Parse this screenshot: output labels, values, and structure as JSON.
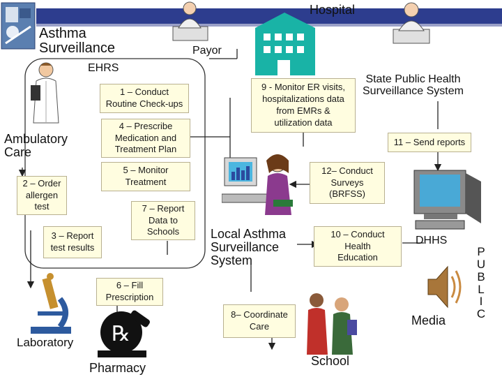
{
  "title": "Asthma\nSurveillance",
  "nodes": {
    "hospital": "Hospital",
    "payor": "Payor",
    "ehrs": "EHRS",
    "ambulatory": "Ambulatory\nCare",
    "state": "State Public Health\nSurveillance System",
    "local": "Local Asthma\nSurveillance\nSystem",
    "dhhs": "DHHS",
    "media": "Media",
    "public": "P\nU\nB\nL\nI\nC",
    "laboratory": "Laboratory",
    "pharmacy": "Pharmacy",
    "school": "School"
  },
  "steps": {
    "s1": "1 – Conduct\nRoutine Check-ups",
    "s2": "2 – Order\nallergen\ntest",
    "s3": "3 – Report\ntest results",
    "s4": "4 – Prescribe\nMedication and\nTreatment Plan",
    "s5": "5 – Monitor\nTreatment",
    "s6": "6 – Fill\nPrescription",
    "s7": "7 – Report\nData to\nSchools",
    "s8": "8– Coordinate\nCare",
    "s9": "9 - Monitor ER visits,\nhospitalizations data\nfrom EMRs &\nutilization data",
    "s10": "10 – Conduct\nHealth\nEducation",
    "s11": "11 – Send reports",
    "s12": "12– Conduct\nSurveys\n(BRFSS)"
  },
  "colors": {
    "banner": "#2d3d8e",
    "box_fill": "#fffde0",
    "hospital_teal": "#19b3a6"
  },
  "icons": [
    "asthma-logo-icon",
    "doctor-icon",
    "hospital-building-icon",
    "clerk-icon",
    "computer-worker-icon",
    "computer-monitor-icon",
    "speaker-icon",
    "microscope-icon",
    "pharmacy-rx-icon",
    "students-icon"
  ]
}
